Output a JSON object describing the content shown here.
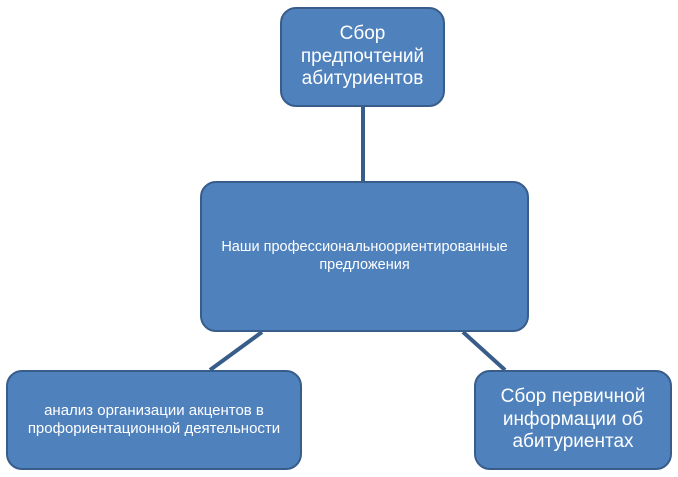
{
  "diagram": {
    "nodes": {
      "top": "Сбор предпочтений абитуриентов",
      "center": "Наши профессиональноориентированные предложения",
      "left": "анализ организации акцентов в профориентационной деятельности",
      "right": "Сбор первичной информации об абитуриентах"
    },
    "colors": {
      "node_fill": "#4f81bd",
      "node_border": "#385d8a",
      "connector": "#385d8a",
      "text": "#ffffff"
    }
  }
}
